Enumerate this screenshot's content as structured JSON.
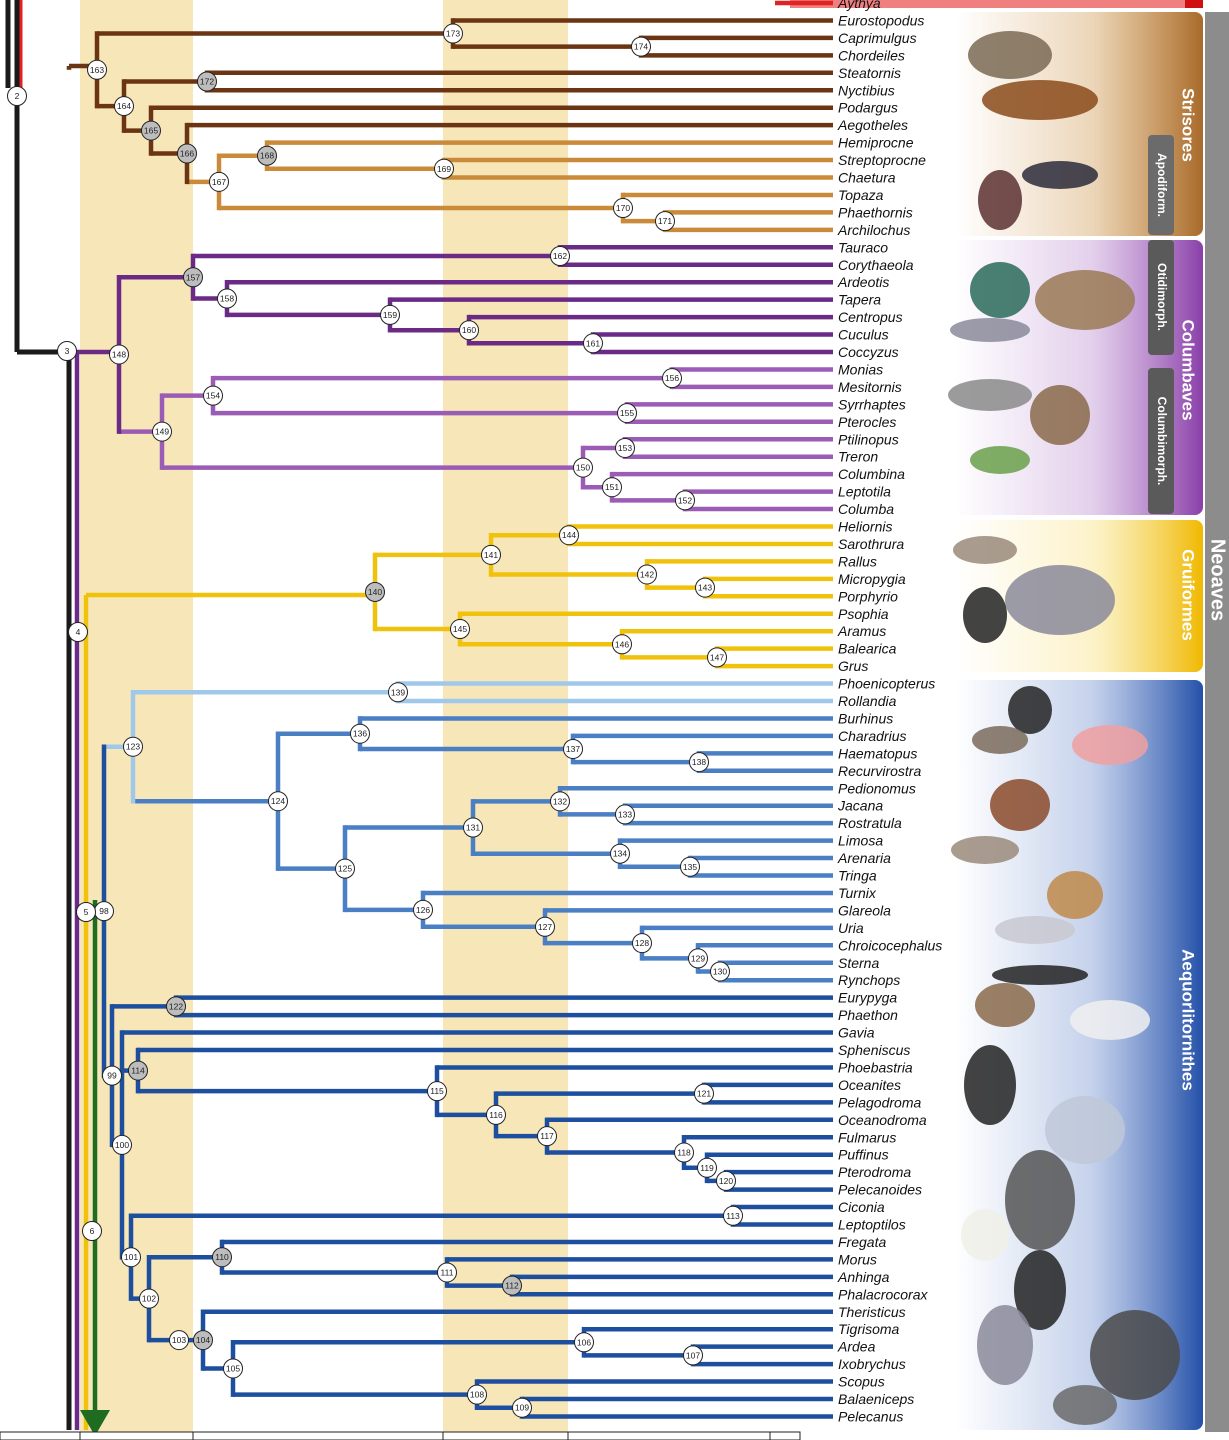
{
  "colors": {
    "band": "#f7e7b8",
    "strisores_dark": "#6b3513",
    "strisores_light": "#c98b3a",
    "otidi": "#6a2a86",
    "columbi": "#9b5cb5",
    "grui": "#f0c20c",
    "charadrii": "#4a7fc4",
    "phoenico": "#9fc8ea",
    "aequor": "#1d4f9e",
    "base": "#1a1a1a",
    "red": "#e02222",
    "green": "#1f6b1f",
    "neoaves": "#8c8c8c"
  },
  "clades": {
    "neoaves": "Neoaves",
    "strisores": "Strisores",
    "apodiform": "Apodiform.",
    "columbaves": "Columbaves",
    "otidimorph": "Otidimorph.",
    "columbimorph": "Columbimorph.",
    "gruiformes": "Gruiformes",
    "aequorlitornithes": "Aequorlitornithes"
  },
  "taxa": [
    "Aythya",
    "Eurostopodus",
    "Caprimulgus",
    "Chordeiles",
    "Steatornis",
    "Nyctibius",
    "Podargus",
    "Aegotheles",
    "Hemiprocne",
    "Streptoprocne",
    "Chaetura",
    "Topaza",
    "Phaethornis",
    "Archilochus",
    "Tauraco",
    "Corythaeola",
    "Ardeotis",
    "Tapera",
    "Centropus",
    "Cuculus",
    "Coccyzus",
    "Monias",
    "Mesitornis",
    "Syrrhaptes",
    "Pterocles",
    "Ptilinopus",
    "Treron",
    "Columbina",
    "Leptotila",
    "Columba",
    "Heliornis",
    "Sarothrura",
    "Rallus",
    "Micropygia",
    "Porphyrio",
    "Psophia",
    "Aramus",
    "Balearica",
    "Grus",
    "Phoenicopterus",
    "Rollandia",
    "Burhinus",
    "Charadrius",
    "Haematopus",
    "Recurvirostra",
    "Pedionomus",
    "Jacana",
    "Rostratula",
    "Limosa",
    "Arenaria",
    "Tringa",
    "Turnix",
    "Glareola",
    "Uria",
    "Chroicocephalus",
    "Sterna",
    "Rynchops",
    "Eurypyga",
    "Phaethon",
    "Gavia",
    "Spheniscus",
    "Phoebastria",
    "Oceanites",
    "Pelagodroma",
    "Oceanodroma",
    "Fulmarus",
    "Puffinus",
    "Pterodroma",
    "Pelecanoides",
    "Ciconia",
    "Leptoptilos",
    "Fregata",
    "Morus",
    "Anhinga",
    "Phalacrocorax",
    "Theristicus",
    "Tigrisoma",
    "Ardea",
    "Ixobrychus",
    "Scopus",
    "Balaeniceps",
    "Pelecanus"
  ],
  "nodes": [
    "2",
    "3",
    "4",
    "5",
    "6",
    "98",
    "99",
    "100",
    "101",
    "102",
    "103",
    "104",
    "105",
    "106",
    "107",
    "108",
    "109",
    "110",
    "111",
    "112",
    "113",
    "114",
    "115",
    "116",
    "117",
    "118",
    "119",
    "120",
    "121",
    "122",
    "123",
    "124",
    "125",
    "126",
    "127",
    "128",
    "129",
    "130",
    "131",
    "132",
    "133",
    "134",
    "135",
    "136",
    "137",
    "138",
    "139",
    "140",
    "141",
    "142",
    "143",
    "144",
    "145",
    "146",
    "147",
    "148",
    "149",
    "150",
    "151",
    "152",
    "153",
    "154",
    "155",
    "156",
    "157",
    "158",
    "159",
    "160",
    "161",
    "162",
    "163",
    "164",
    "165",
    "166",
    "167",
    "168",
    "169",
    "170",
    "171",
    "172",
    "173",
    "174"
  ],
  "icons": {
    "arrow": "down-arrow-icon",
    "bird_illustrations": "bird-illustration-icon"
  }
}
